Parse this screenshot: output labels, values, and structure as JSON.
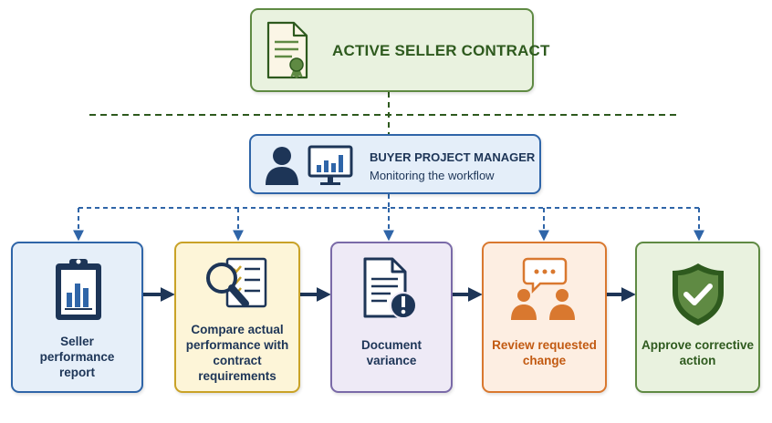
{
  "contract": {
    "title": "ACTIVE SELLER CONTRACT",
    "icon": "certificate-document-icon"
  },
  "manager": {
    "title": "BUYER PROJECT MANAGER",
    "subtitle": "Monitoring the workflow",
    "icons": [
      "person-icon",
      "monitor-chart-icon"
    ]
  },
  "steps": [
    {
      "label": "Seller performance report",
      "icon": "clipboard-chart-icon"
    },
    {
      "label": "Compare actual performance with contract requirements",
      "icon": "magnifier-checklist-icon"
    },
    {
      "label": "Document variance",
      "icon": "document-warning-icon"
    },
    {
      "label": "Review requested change",
      "icon": "discussion-people-icon"
    },
    {
      "label": "Approve corrective action",
      "icon": "shield-check-icon"
    }
  ],
  "colors": {
    "green": "#5f8a43",
    "dark_green": "#2e5a1e",
    "navy": "#1d3557",
    "blue": "#2f65a8",
    "gold": "#c9a227",
    "purple": "#7a6aa8",
    "orange": "#d9782f"
  }
}
